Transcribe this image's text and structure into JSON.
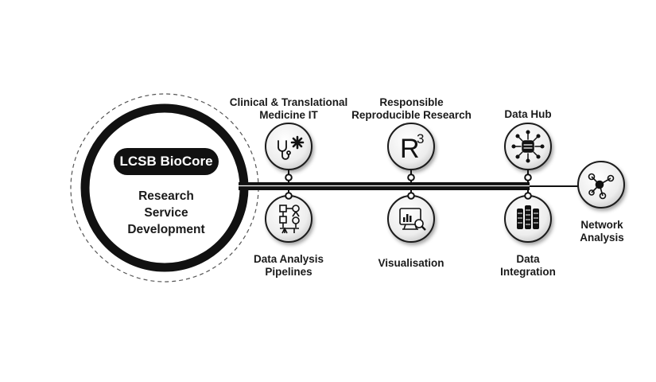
{
  "hub": {
    "badge": "LCSB BioCore",
    "subtitle_lines": [
      "Research",
      "Service",
      "Development"
    ]
  },
  "nodes": {
    "clinical": {
      "lines": [
        "Clinical & Translational",
        "Medicine IT"
      ],
      "icon": "stethoscope-medical-icon"
    },
    "pipelines": {
      "lines": [
        "Data Analysis",
        "Pipelines"
      ],
      "icon": "workflow-pipeline-icon"
    },
    "reproducible": {
      "lines": [
        "Responsible",
        "Reproducible Research"
      ],
      "icon_text": "R",
      "icon_sup": "3"
    },
    "visualisation": {
      "lines": [
        "Visualisation"
      ],
      "icon": "chart-magnifier-icon"
    },
    "datahub": {
      "lines": [
        "Data Hub"
      ],
      "icon": "database-hub-icon"
    },
    "integration": {
      "lines": [
        "Data",
        "Integration"
      ],
      "icon": "server-stack-icon"
    },
    "network": {
      "lines": [
        "Network",
        "Analysis"
      ],
      "icon": "network-graph-icon"
    }
  },
  "colors": {
    "ink": "#111111",
    "node_fill": "#f2f2f2",
    "node_stroke": "#1a1a1a",
    "dash": "#555555"
  }
}
